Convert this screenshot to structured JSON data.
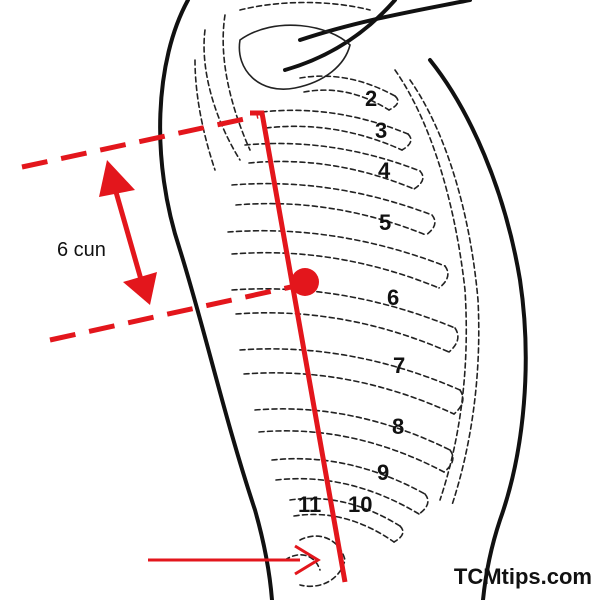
{
  "diagram": {
    "measurement_label": "6 cun",
    "rib_numbers": [
      "2",
      "3",
      "4",
      "5",
      "6",
      "7",
      "8",
      "9",
      "10",
      "11"
    ],
    "watermark": "TCMtips.com",
    "colors": {
      "accent": "#e3161c",
      "outline": "#111111"
    }
  }
}
